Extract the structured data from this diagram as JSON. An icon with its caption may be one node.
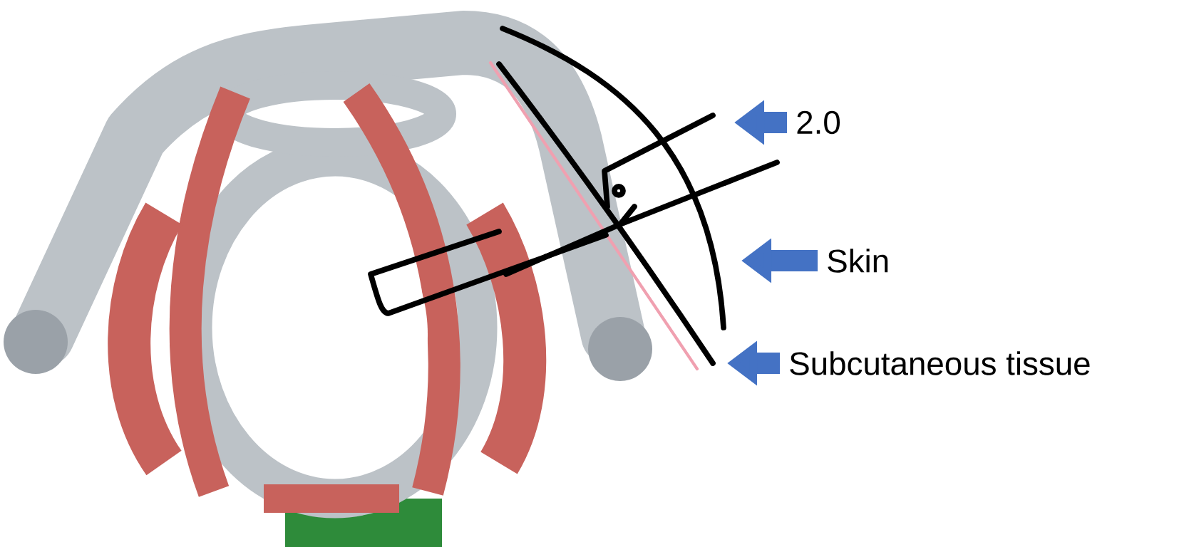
{
  "diagram": {
    "nodes": [
      {
        "text": [
          "2.0"
        ]
      },
      {
        "text": [
          "Skin"
        ]
      },
      {
        "text": [
          "Subcutaneous tissue"
        ]
      }
    ],
    "edges": [
      {
        "from": 0,
        "to": null,
        "arrow": "to"
      },
      {
        "from": 1,
        "to": null,
        "arrow": "to"
      },
      {
        "from": 2,
        "to": null,
        "arrow": "to"
      }
    ]
  }
}
